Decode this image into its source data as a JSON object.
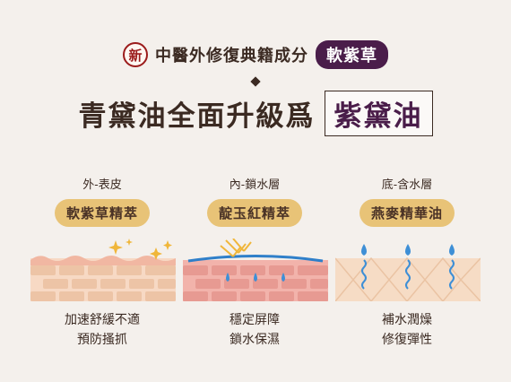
{
  "header": {
    "stamp": "新",
    "text": "中醫外修復典籍成分",
    "badge": "軟紫草"
  },
  "main": {
    "text": "青黛油全面升級爲",
    "boxed": "紫黛油"
  },
  "columns": [
    {
      "layer": "外-表皮",
      "ingredient": "軟紫草精萃",
      "desc_line1": "加速舒緩不適",
      "desc_line2": "預防搔抓"
    },
    {
      "layer": "內-鎖水層",
      "ingredient": "靛玉紅精萃",
      "desc_line1": "穩定屏障",
      "desc_line2": "鎖水保濕"
    },
    {
      "layer": "底-含水層",
      "ingredient": "燕麥精華油",
      "desc_line1": "補水潤燥",
      "desc_line2": "修復彈性"
    }
  ],
  "colors": {
    "background": "#f4f0ec",
    "badge": "#4a1d4a",
    "pill": "#e8c377",
    "stamp": "#9b1b1b",
    "water_drop": "#3e8fd6"
  }
}
